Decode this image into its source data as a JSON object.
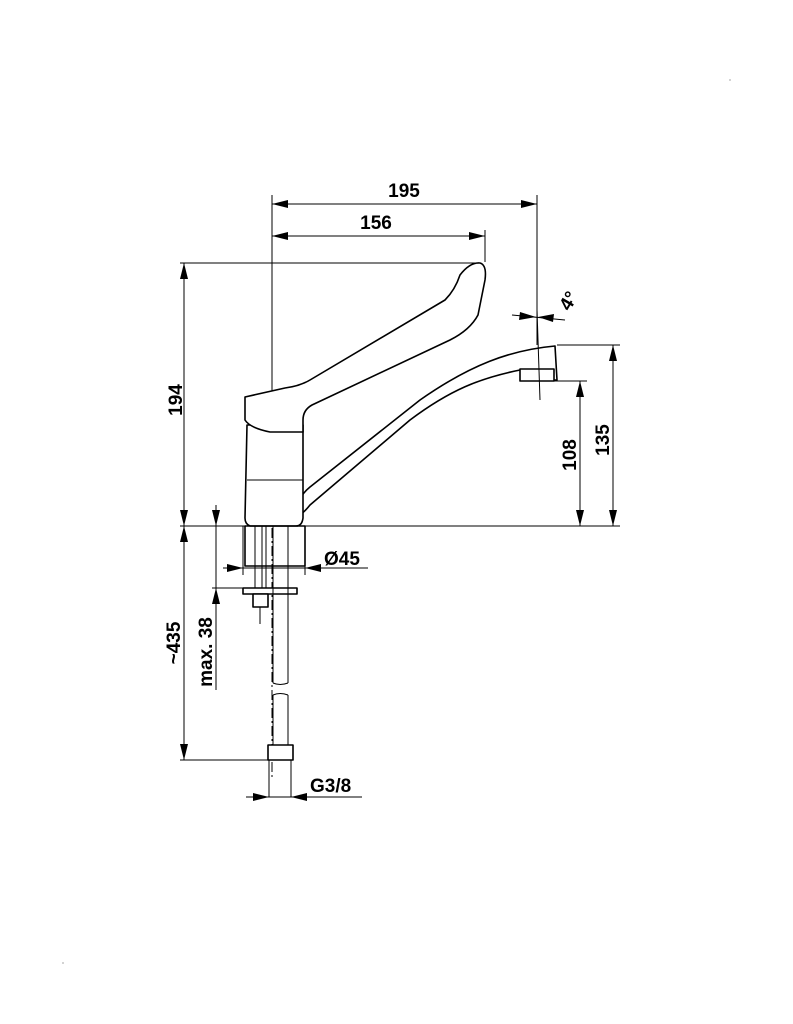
{
  "title": "Faucet dimension drawing",
  "dimensions": {
    "overall_reach": "195",
    "lever_reach": "156",
    "total_height": "194",
    "spout_angle": "4°",
    "spout_height": "135",
    "outlet_height": "108",
    "base_diameter": "Ø45",
    "max_counter_thickness": "max. 38",
    "hose_length": "~435",
    "connection_thread": "G3/8"
  },
  "colors": {
    "line": "#000000",
    "background": "#ffffff"
  }
}
